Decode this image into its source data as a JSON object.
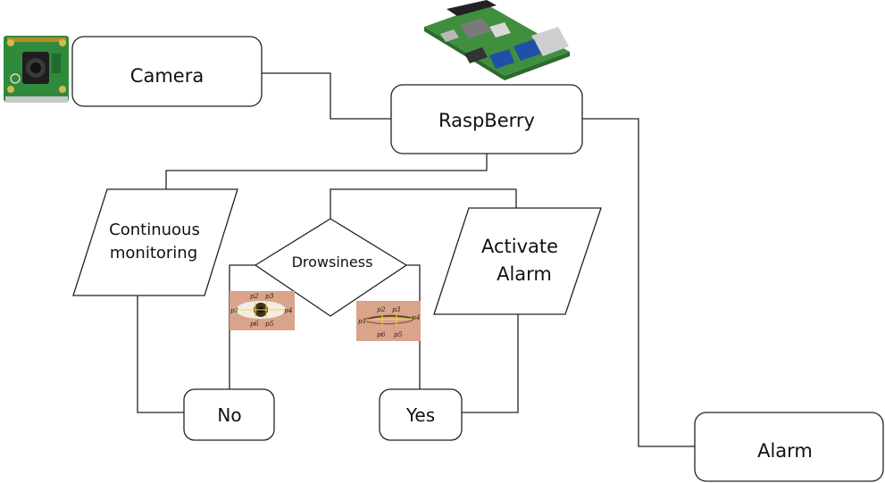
{
  "nodes": {
    "camera": "Camera",
    "raspberry": "RaspBerry",
    "continuous_monitoring": {
      "line1": "Continuous",
      "line2": "monitoring"
    },
    "drowsiness": "Drowsiness",
    "activate_alarm": {
      "line1": "Activate",
      "line2": "Alarm"
    },
    "no": "No",
    "yes": "Yes",
    "alarm": "Alarm"
  },
  "eye_open": {
    "points": [
      "p2",
      "p3",
      "p1",
      "p4",
      "p6",
      "p5"
    ]
  },
  "eye_closed": {
    "points": [
      "p2",
      "p3",
      "p1",
      "p4",
      "p6",
      "p5"
    ]
  },
  "icons": {
    "camera_module": "raspberry-pi-camera-module-photo",
    "raspberry_board": "raspberry-pi-board-photo",
    "eye_open": "open-eye-landmarks-photo",
    "eye_closed": "closed-eye-landmarks-photo"
  },
  "colors": {
    "stroke": "#222222",
    "pcb_green": "#2f8a3c",
    "board_green": "#3f8f3f",
    "landmark": "#e8e02a",
    "skin": "#d9a48a"
  }
}
